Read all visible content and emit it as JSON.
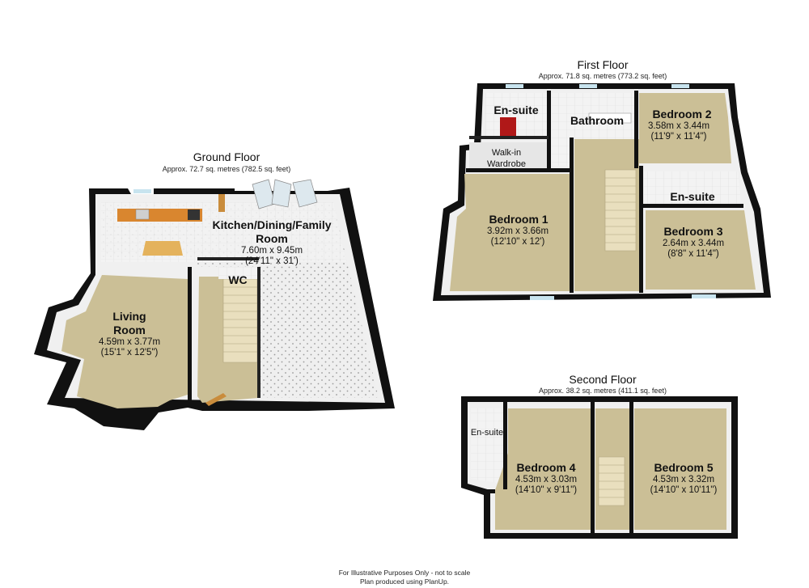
{
  "floors": {
    "ground": {
      "title": "Ground Floor",
      "area": "Approx. 72.7 sq. metres (782.5 sq. feet)",
      "rooms": {
        "kitchen": {
          "name_line1": "Kitchen/Dining/Family",
          "name_line2": "Room",
          "dim_metric": "7.60m x 9.45m",
          "dim_imperial": "(24'11\" x 31')"
        },
        "living": {
          "name_line1": "Living",
          "name_line2": "Room",
          "dim_metric": "4.59m x 3.77m",
          "dim_imperial": "(15'1\" x 12'5\")"
        },
        "wc": {
          "name": "WC"
        }
      }
    },
    "first": {
      "title": "First Floor",
      "area": "Approx. 71.8 sq. metres (773.2 sq. feet)",
      "rooms": {
        "ensuite_1": {
          "name": "En-suite"
        },
        "bathroom": {
          "name": "Bathroom"
        },
        "walkin": {
          "name_line1": "Walk-in",
          "name_line2": "Wardrobe"
        },
        "bedroom_1": {
          "name": "Bedroom 1",
          "dim_metric": "3.92m x 3.66m",
          "dim_imperial": "(12'10\" x 12')"
        },
        "bedroom_2": {
          "name": "Bedroom 2",
          "dim_metric": "3.58m x 3.44m",
          "dim_imperial": "(11'9\" x 11'4\")"
        },
        "ensuite_2": {
          "name": "En-suite"
        },
        "bedroom_3": {
          "name": "Bedroom 3",
          "dim_metric": "2.64m x 3.44m",
          "dim_imperial": "(8'8\" x 11'4\")"
        }
      }
    },
    "second": {
      "title": "Second Floor",
      "area": "Approx. 38.2 sq. metres (411.1 sq. feet)",
      "rooms": {
        "ensuite": {
          "name": "En-suite"
        },
        "bedroom_4": {
          "name": "Bedroom 4",
          "dim_metric": "4.53m x 3.03m",
          "dim_imperial": "(14'10\" x 9'11\")"
        },
        "bedroom_5": {
          "name": "Bedroom 5",
          "dim_metric": "4.53m x 3.32m",
          "dim_imperial": "(14'10\" x 10'11\")"
        }
      }
    }
  },
  "footer": {
    "line1": "For Illustrative Purposes Only - not to scale",
    "line2": "Plan produced using PlanUp."
  },
  "colors": {
    "wall": "#111111",
    "wall_inner": "#f2f2f2",
    "carpet": "#cbbf96",
    "tile": "#eeeeee",
    "stair": "#d8cfae",
    "worktop": "#d9862f",
    "window": "#c8e4ef",
    "shower_tray": "#b01818"
  }
}
